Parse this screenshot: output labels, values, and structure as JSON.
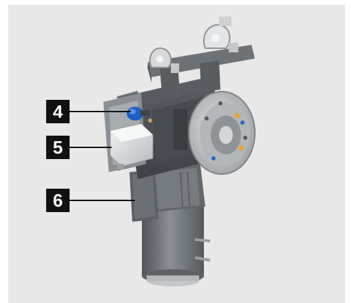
{
  "callouts": [
    {
      "label": "4",
      "part": "blue-sensor"
    },
    {
      "label": "5",
      "part": "gearbox-housing"
    },
    {
      "label": "6",
      "part": "terminal-box"
    }
  ],
  "colors": {
    "panel_background": "#e8e8e8",
    "callout_background": "#111111",
    "callout_text": "#ffffff",
    "machine_body": "#6e7378",
    "machine_light": "#c9ccce",
    "sensor_blue": "#1d5fc4"
  }
}
